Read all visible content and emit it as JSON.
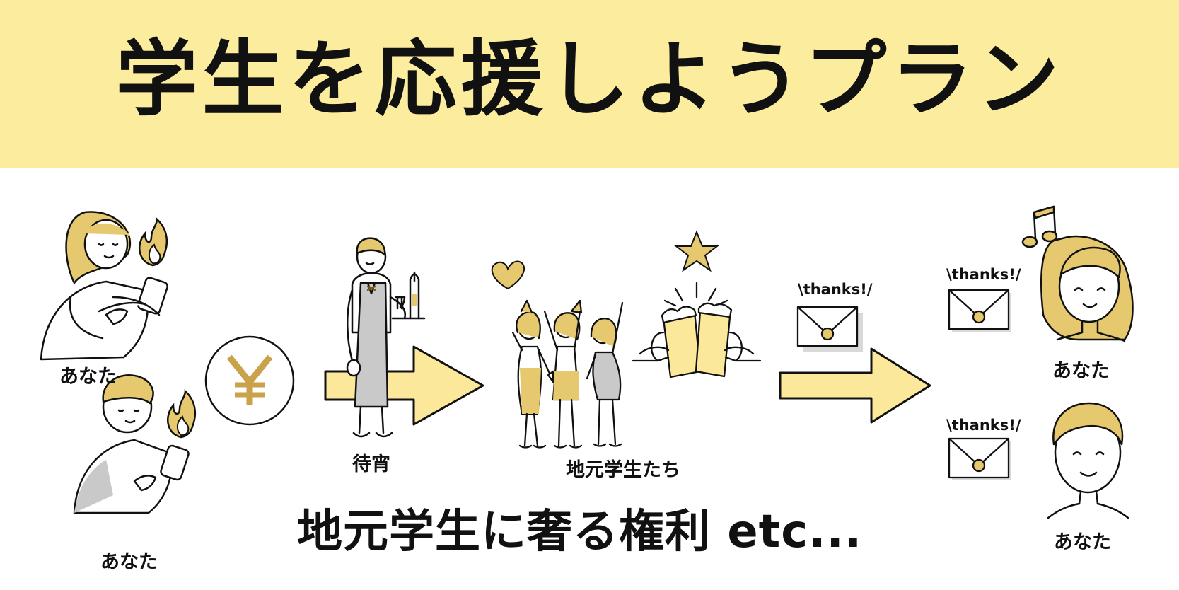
{
  "banner": {
    "title": "学生を応援しようプラン"
  },
  "labels": {
    "you_top_left": "あなた",
    "you_bottom_left": "あなた",
    "waiter": "待宵",
    "students": "地元学生たち",
    "you_top_right": "あなた",
    "you_bottom_right": "あなた"
  },
  "thanks": {
    "center": "\\thanks!/",
    "right_top": "\\thanks!/",
    "right_bottom": "\\thanks!/"
  },
  "bottom_text": "地元学生に奢る権利  etc...",
  "icons": {
    "coin": "yen-coin-icon",
    "flame": "flame-icon",
    "heart": "heart-icon",
    "star": "star-icon",
    "music": "music-note-icon",
    "letter": "envelope-icon"
  },
  "colors": {
    "banner": "#fcec9e",
    "accent": "#e6c86e",
    "arrow": "#fbe89a",
    "ink": "#111111",
    "gray": "#c9c9c9"
  }
}
